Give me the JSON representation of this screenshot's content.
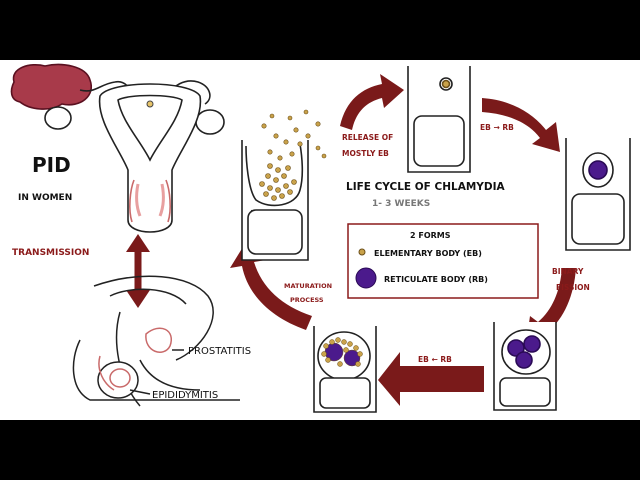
{
  "left": {
    "title": "PID",
    "subtitle": "IN WOMEN",
    "transmission_label": "TRANSMISSION",
    "prostatitis_label": "PROSTATITIS",
    "epididymitis_label": "EPIDIDYMITIS"
  },
  "cycle": {
    "title": "LIFE CYCLE OF CHLAMYDIA",
    "duration": "1- 3  WEEKS",
    "forms_title": "2 FORMS",
    "eb_legend": "ELEMENTARY BODY (EB)",
    "rb_legend": "RETICULATE BODY (RB)",
    "release_line1": "RELEASE OF",
    "release_line2": "MOSTLY EB",
    "eb_to_rb": "EB → RB",
    "binary_line1": "BINARY",
    "binary_line2": "FISSION",
    "rb_to_eb": "EB ← RB",
    "maturation_line1": "MATURATION",
    "maturation_line2": "PROCESS"
  },
  "colors": {
    "arrow": "#7a1a1a",
    "label_red": "#8b1a1a",
    "rb_purple": "#4b1a8c",
    "eb_gold": "#c9a24a",
    "tissue_pink": "#e8a0a0",
    "ovary_red": "#a83a4a"
  }
}
